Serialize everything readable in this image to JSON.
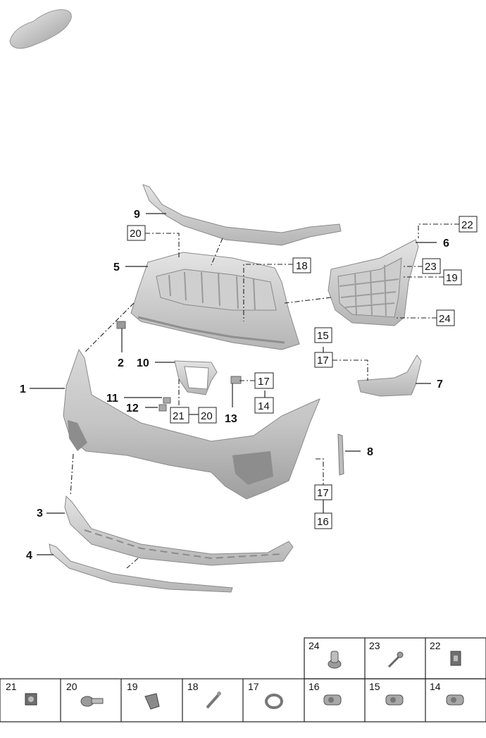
{
  "callouts": {
    "c1": "1",
    "c2": "2",
    "c3": "3",
    "c4": "4",
    "c5": "5",
    "c6": "6",
    "c7": "7",
    "c8": "8",
    "c9": "9",
    "c10": "10",
    "c11": "11",
    "c12": "12",
    "c13": "13"
  },
  "boxed": {
    "b20_top": "20",
    "b18": "18",
    "b22": "22",
    "b23": "23",
    "b19": "19",
    "b24": "24",
    "b15": "15",
    "b17_mid": "17",
    "b17_r": "17",
    "b14": "14",
    "b21": "21",
    "b20_low": "20",
    "b17_low": "17",
    "b16": "16"
  },
  "parts_grid": {
    "top_row": [
      "24",
      "23",
      "22"
    ],
    "bottom_row": [
      "21",
      "20",
      "19",
      "18",
      "17",
      "16",
      "15",
      "14"
    ]
  }
}
